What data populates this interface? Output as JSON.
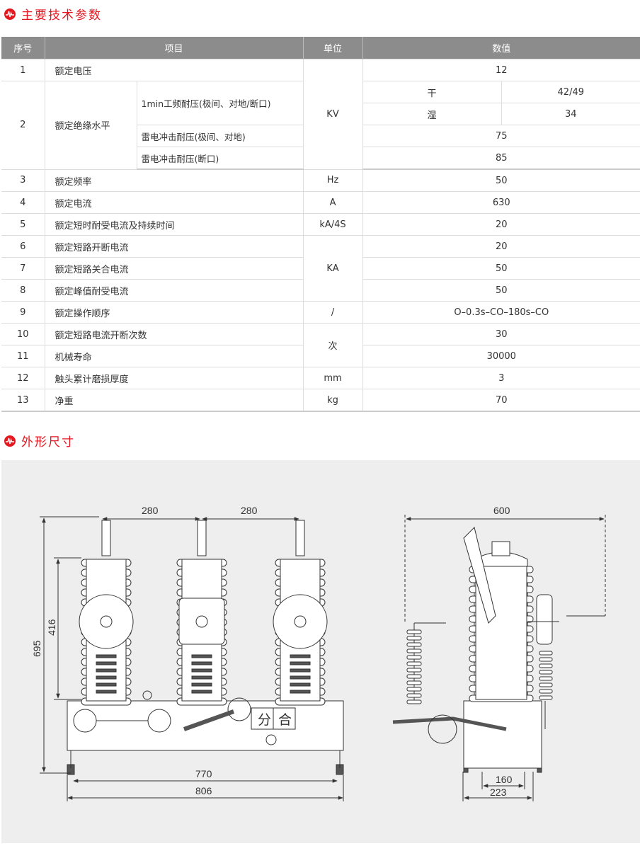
{
  "sections": {
    "specs_title": "主要技术参数",
    "dimensions_title": "外形尺寸"
  },
  "table": {
    "headers": [
      "序号",
      "项目",
      "单位",
      "数值"
    ],
    "rows": [
      {
        "no": "1",
        "item": "额定电压",
        "unit": "KV",
        "value": "12"
      },
      {
        "no": "2",
        "item": "额定绝缘水平",
        "sub": [
          {
            "label": "1min工频耐压(极间、对地/断口)",
            "values": [
              {
                "cond": "干",
                "value": "42/49"
              },
              {
                "cond": "湿",
                "value": "34"
              }
            ]
          },
          {
            "label": "雷电冲击耐压(极间、对地)",
            "value": "75"
          },
          {
            "label": "雷电冲击耐压(断口)",
            "value": "85"
          }
        ]
      },
      {
        "no": "3",
        "item": "额定频率",
        "unit": "Hz",
        "value": "50"
      },
      {
        "no": "4",
        "item": "额定电流",
        "unit": "A",
        "value": "630"
      },
      {
        "no": "5",
        "item": "额定短时耐受电流及持续时间",
        "unit": "kA/4S",
        "value": "20"
      },
      {
        "no": "6",
        "item": "额定短路开断电流",
        "unit": "KA",
        "value": "20"
      },
      {
        "no": "7",
        "item": "额定短路关合电流",
        "value": "50"
      },
      {
        "no": "8",
        "item": "额定峰值耐受电流",
        "value": "50"
      },
      {
        "no": "9",
        "item": "额定操作顺序",
        "unit": "/",
        "value": "O–0.3s–CO–180s–CO"
      },
      {
        "no": "10",
        "item": "额定短路电流开断次数",
        "unit": "次",
        "value": "30"
      },
      {
        "no": "11",
        "item": "机械寿命",
        "value": "30000"
      },
      {
        "no": "12",
        "item": "触头累计磨损厚度",
        "unit": "mm",
        "value": "3"
      },
      {
        "no": "13",
        "item": "净重",
        "unit": "kg",
        "value": "70"
      }
    ]
  },
  "drawing": {
    "front": {
      "pole_spacing_1": "280",
      "pole_spacing_2": "280",
      "total_height": "695",
      "insulator_height": "416",
      "mount_width": "770",
      "total_width": "806",
      "label_open": "分",
      "label_close": "合"
    },
    "side": {
      "total_depth": "600",
      "mount_depth": "160",
      "base_depth": "223"
    }
  },
  "colors": {
    "accent": "#e4161f",
    "header_bg": "#8c8c8c",
    "drawing_bg": "#eeeeee"
  }
}
